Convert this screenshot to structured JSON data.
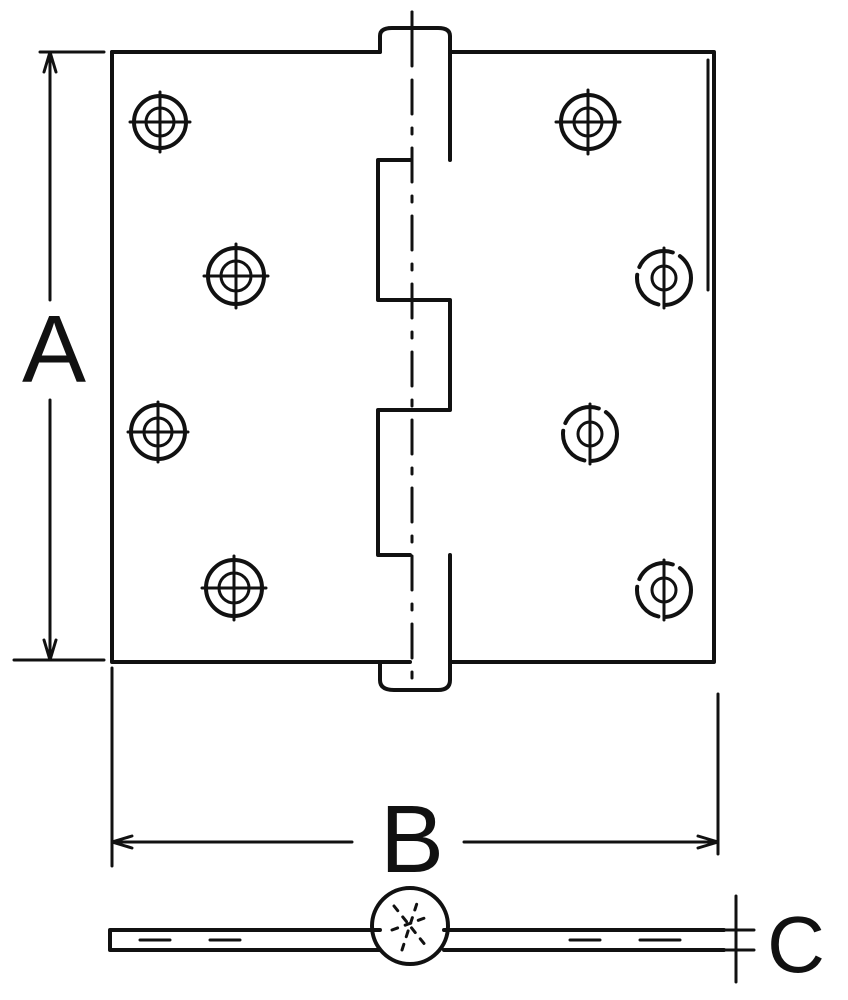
{
  "diagram": {
    "labels": {
      "height_dimension": "A",
      "width_dimension": "B",
      "thickness_dimension": "C"
    },
    "colors": {
      "ink": "#111111",
      "background": "#ffffff"
    },
    "components": [
      "left-leaf",
      "right-leaf",
      "knuckle-pin",
      "screw-holes",
      "edge-profile"
    ],
    "screw_hole_count": 8
  }
}
